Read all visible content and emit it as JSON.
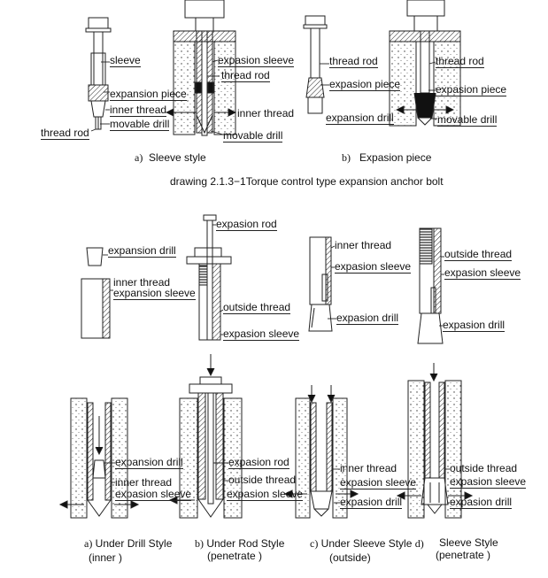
{
  "top": {
    "a": {
      "caption_prefix": "a)",
      "caption": "Sleeve style",
      "labels": {
        "sleeve": "sleeve",
        "expansion_piece": "expansion piece",
        "inner_thread_left": "inner thread",
        "movable_drill_left": "movable drill",
        "thread_rod_left": "thread rod",
        "expansion_sleeve": "expasion sleeve",
        "thread_rod_right": "thread rod",
        "inner_thread_right": "inner thread",
        "movable_drill_right": "movable drill"
      }
    },
    "b": {
      "caption_prefix": "b)",
      "caption": "Expasion piece",
      "labels": {
        "thread_rod_left": "thread rod",
        "expasion_piece_left": "expasion piece",
        "expansion_drill": "expansion drill",
        "thread_rod_right": "thread rod",
        "expasion_piece_right": "expasion piece",
        "movable_drill": "movable drill"
      }
    },
    "drawing_caption": "drawing 2.1.3−1Torque control type expansion anchor bolt"
  },
  "mid": {
    "a": {
      "expansion_drill": "expansion drill",
      "inner_thread": "inner thread",
      "expansion_sleeve": "expansion sleeve"
    },
    "b": {
      "expasion_rod": "expasion rod",
      "outside_thread": "outside thread",
      "expasion_sleeve": "expasion sleeve"
    },
    "c": {
      "inner_thread": "inner thread",
      "expasion_sleeve": "expasion sleeve",
      "expasion_drill": "expasion drill"
    },
    "d": {
      "outside_thread": "outside thread",
      "expasion_sleeve": "expasion sleeve",
      "expasion_drill": "expasion drill"
    }
  },
  "bottom": {
    "a": {
      "expansion_drill": "expansion drill",
      "inner_thread": "inner thread",
      "expasion_sleeve": "expasion sleeve",
      "caption_prefix": "a)",
      "caption": "Under Drill Style",
      "caption2": "(inner )"
    },
    "b": {
      "expasion_rod": "expasion rod",
      "outside_thread": "outside thread",
      "expasion_sleeve": "expasion sleeve",
      "caption_prefix": "b)",
      "caption": "Under Rod Style",
      "caption2": "(penetrate )"
    },
    "c": {
      "inner_thread": "inner thread",
      "expasion_sleeve": "expasion sleeve",
      "expasion_drill": "expasion drill",
      "caption_prefix": "c)",
      "caption": "Under Sleeve Style",
      "caption2": "(outside)"
    },
    "d": {
      "outside_thread": "outside thread",
      "expasion_sleeve": "expasion sleeve",
      "expasion_drill": "expasion drill",
      "caption_prefix": "d)",
      "caption": "Sleeve Style",
      "caption2": "(penetrate )"
    }
  }
}
